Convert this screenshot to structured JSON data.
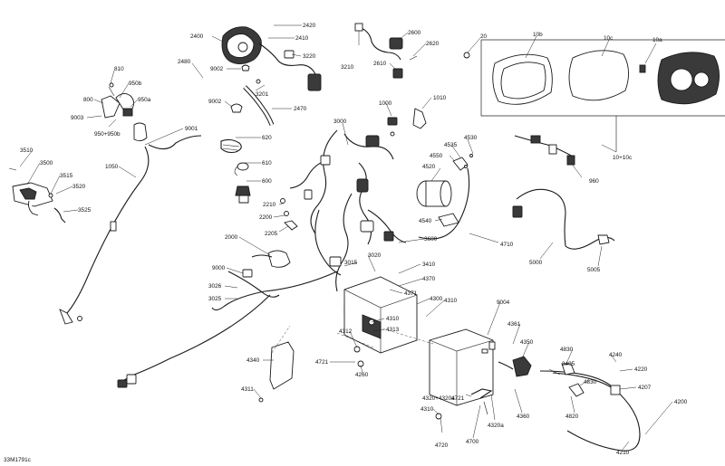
{
  "document_id": "33M1791c",
  "callouts": {
    "c2420": "2420",
    "c2410": "2410",
    "c2400": "2400",
    "c3220": "3220",
    "c2480": "2480",
    "c9002a": "9002",
    "c3201": "3201",
    "c9002b": "9002",
    "c2470": "2470",
    "c810": "810",
    "c950b": "950b",
    "c800": "800",
    "c950a": "950a",
    "c9003": "9003",
    "c950x": "950+950b",
    "c9001": "9001",
    "c1050": "1050",
    "c3510": "3510",
    "c3500": "3500",
    "c3515": "3515",
    "c3520": "3520",
    "c3525": "3525",
    "c620": "620",
    "c610": "610",
    "c600": "600",
    "c2210": "2210",
    "c2200": "2200",
    "c2205": "2205",
    "c2000": "2000",
    "c9000": "9000",
    "c3026": "3026",
    "c3025": "3025",
    "c3210": "3210",
    "c2600": "2600",
    "c2620": "2620",
    "c2610": "2610",
    "c1000": "1000",
    "c1010": "1010",
    "c3000": "3000",
    "c20": "20",
    "c10b": "10b",
    "c10c": "10c",
    "c10a": "10a",
    "c10x": "10+10c",
    "c4535": "4535",
    "c4530": "4530",
    "c4550": "4550",
    "c4520": "4520",
    "c960": "960",
    "c4540": "4540",
    "c4710": "4710",
    "c3600": "3600",
    "c5000": "5000",
    "c5005": "5005",
    "c3015": "3015",
    "c3020": "3020",
    "c3410": "3410",
    "c4370": "4370",
    "c4371": "4371",
    "c4300": "4300",
    "c4310a": "4310",
    "c4310b": "4310",
    "c4313": "4313",
    "c4312": "4312",
    "c4721a": "4721",
    "c4260": "4260",
    "c4340": "4340",
    "c4311": "4311",
    "c9004": "9004",
    "c4361": "4361",
    "c4350": "4350",
    "c4320": "4320+4320a",
    "c4721b": "4721",
    "c4310c": "4310",
    "c4720": "4720",
    "c4700": "4700",
    "c4320a": "4320a",
    "c4360": "4360",
    "c4830a": "4830",
    "c3405": "3405",
    "c4240": "4240",
    "c4220": "4220",
    "c4830b": "4830",
    "c4207": "4207",
    "c4820": "4820",
    "c4200": "4200",
    "c4210": "4210"
  }
}
